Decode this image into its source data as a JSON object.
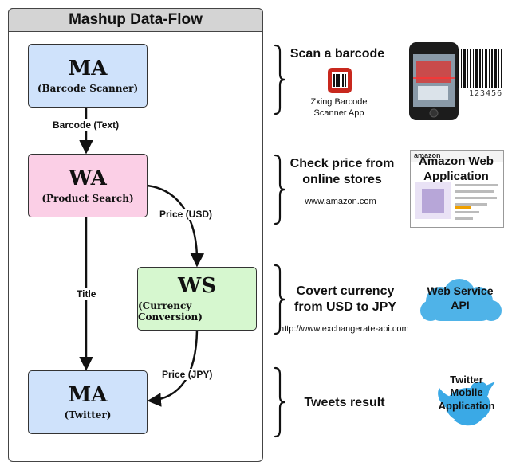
{
  "title": "Mashup Data-Flow",
  "nodes": {
    "ma_scanner": {
      "type": "MA",
      "label": "(Barcode Scanner)"
    },
    "wa_search": {
      "type": "WA",
      "label": "(Product Search)"
    },
    "ws_currency": {
      "type": "WS",
      "label": "(Currency Conversion)"
    },
    "ma_twitter": {
      "type": "MA",
      "label": "(Twitter)"
    }
  },
  "edges": {
    "barcode": "Barcode (Text)",
    "price_usd": "Price (USD)",
    "title": "Title",
    "price_jpy": "Price (JPY)"
  },
  "steps": [
    {
      "heading": "Scan a barcode",
      "note": "Zxing Barcode\nScanner App"
    },
    {
      "heading": "Check price from\nonline stores",
      "note": "www.amazon.com",
      "app": "Amazon Web\nApplication"
    },
    {
      "heading": "Covert currency\nfrom USD to JPY",
      "note": "http://www.exchangerate-api.com",
      "app": "Web Service\nAPI"
    },
    {
      "heading": "Tweets result",
      "app": "Twitter\nMobile\nApplication"
    }
  ],
  "barcode_digits": "123456",
  "amazon_logo": "amazon",
  "colors": {
    "ma": "#cfe2fb",
    "wa": "#fbcfe6",
    "ws": "#d6f7cf",
    "cloud": "#4fb3e8",
    "twitter": "#3aa9e6"
  }
}
